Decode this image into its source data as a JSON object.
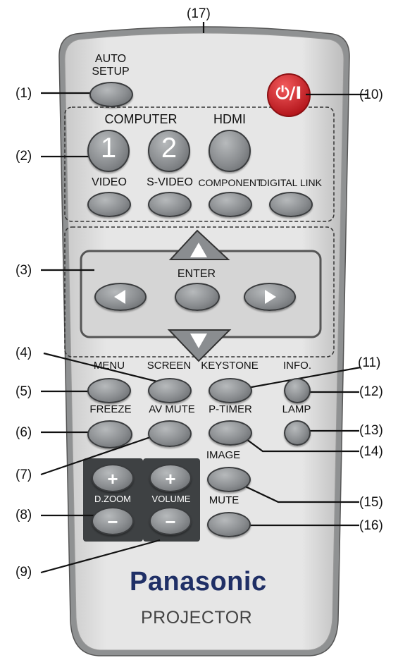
{
  "brand": "Panasonic",
  "product": "PROJECTOR",
  "callouts": [
    "(1)",
    "(2)",
    "(3)",
    "(4)",
    "(5)",
    "(6)",
    "(7)",
    "(8)",
    "(9)",
    "(10)",
    "(11)",
    "(12)",
    "(13)",
    "(14)",
    "(15)",
    "(16)",
    "(17)"
  ],
  "buttons": {
    "auto_setup_1": "AUTO",
    "auto_setup_2": "SETUP",
    "computer": "COMPUTER",
    "hdmi": "HDMI",
    "num1": "1",
    "num2": "2",
    "video": "VIDEO",
    "svideo": "S-VIDEO",
    "component": "COMPONENT",
    "digital_link": "DIGITAL LINK",
    "enter": "ENTER",
    "menu": "MENU",
    "screen": "SCREEN",
    "keystone": "KEYSTONE",
    "info": "INFO.",
    "freeze": "FREEZE",
    "av_mute": "AV MUTE",
    "p_timer": "P-TIMER",
    "lamp": "LAMP",
    "image": "IMAGE",
    "mute": "MUTE",
    "dzoom": "D.ZOOM",
    "volume": "VOLUME",
    "plus": "+",
    "minus": "−",
    "power": "⏻/I"
  },
  "colors": {
    "power": "#d9282d",
    "body": "#dcdcdc",
    "button": "#8a8d90",
    "rocker": "#3e4143"
  }
}
